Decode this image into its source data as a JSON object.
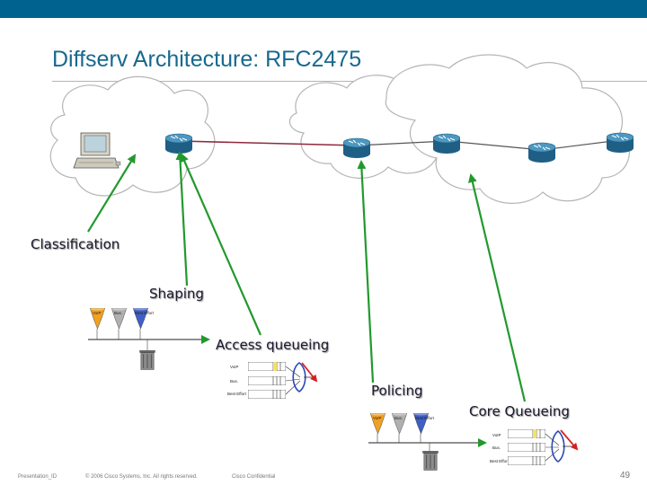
{
  "title": "Diffserv Architecture: RFC2475",
  "labels": {
    "classification": "Classification",
    "shaping": "Shaping",
    "access_queueing": "Access queueing",
    "policing": "Policing",
    "core_queueing": "Core Queueing"
  },
  "class_names": {
    "voip": "VoIP",
    "bus": "Bus.",
    "best_effort": "Best Effort"
  },
  "footer": {
    "presentation_id": "Presentation_ID",
    "copyright": "© 2006 Cisco Systems, Inc. All rights reserved.",
    "confidential": "Cisco Confidential",
    "page": "49"
  },
  "colors": {
    "header_bar": "#00628f",
    "title": "#17698f",
    "arrow": "#22992e",
    "router": "#3c84a8",
    "voip": "#f0a023",
    "bus": "#b0b0b0",
    "best_effort": "#3f5fc6"
  }
}
